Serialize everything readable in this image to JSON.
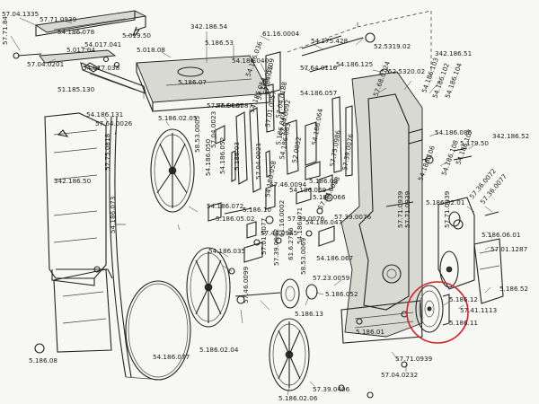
{
  "diagram": {
    "labels": [
      "57.04.1335",
      "57.71.0939",
      "57.71.84",
      "54.186.078",
      "5.019.50",
      "57.04.0201",
      "5.017.04",
      "54.017.041",
      "5.018.08",
      "54.017.038",
      "342.186.54",
      "5.186.53",
      "51.185.130",
      "5.186.07",
      "54.186.040",
      "54.186.036",
      "61.16.0004",
      "54.175.428",
      "52.5319.02",
      "342.186.51",
      "57.64.0116",
      "54.186.125",
      "52.5320.02",
      "57.64.0109",
      "57.04.0188",
      "54.186.059",
      "57.64.0087",
      "54.186.054",
      "57.01.0057",
      "57.64.0092",
      "5.186.040",
      "54.186.057",
      "57.68.0124",
      "54.186.103",
      "54.186.102",
      "54.186.104",
      "54.186.131",
      "57.64.0026",
      "5.186.02.05",
      "57.46.0087",
      "58.53.0005",
      "57.04.0023",
      "54.186.050",
      "5.186.03",
      "57.04.0021",
      "54.186.058",
      "52.0052",
      "54.186.063",
      "54.186.064",
      "57.75.0986",
      "5.186.09",
      "57.39.0076",
      "54.186.086",
      "5.179.50",
      "342.186.52",
      "54.186.107",
      "54.186.108",
      "54.186.106",
      "57.36.0072",
      "57.36.0077",
      "5.186.02.01",
      "57.46.0094",
      "54.186.052",
      "54.186.069",
      "5.186.066",
      "57.04.0088",
      "342.186.50",
      "57.75.0818",
      "57.39.0076",
      "5.186.10",
      "5.186.05.02",
      "54.186.047",
      "57.71.0939",
      "57.71.0939",
      "54.186.073",
      "54.186.072",
      "57.46.0945",
      "61.16.0002",
      "61.6.2796",
      "57.39.0076",
      "54.186.071",
      "57.71.0939",
      "54.186.067",
      "5.186.06.01",
      "57.01.1287",
      "54.186.035",
      "57.01.0077",
      "57.39.0062",
      "58.53.0069",
      "57.23.0059",
      "5.186.052",
      "5.186.13",
      "5.186.12",
      "57.41.1113",
      "5.186.52",
      "57.46.0099",
      "5.186.02.04",
      "5.186.11",
      "5.186.01",
      "54.186.077",
      "5.186.08",
      "57.71.0939",
      "57.04.0232",
      "5.186.02.06",
      "57.39.0406"
    ],
    "highlight_color": "#d81f26"
  }
}
